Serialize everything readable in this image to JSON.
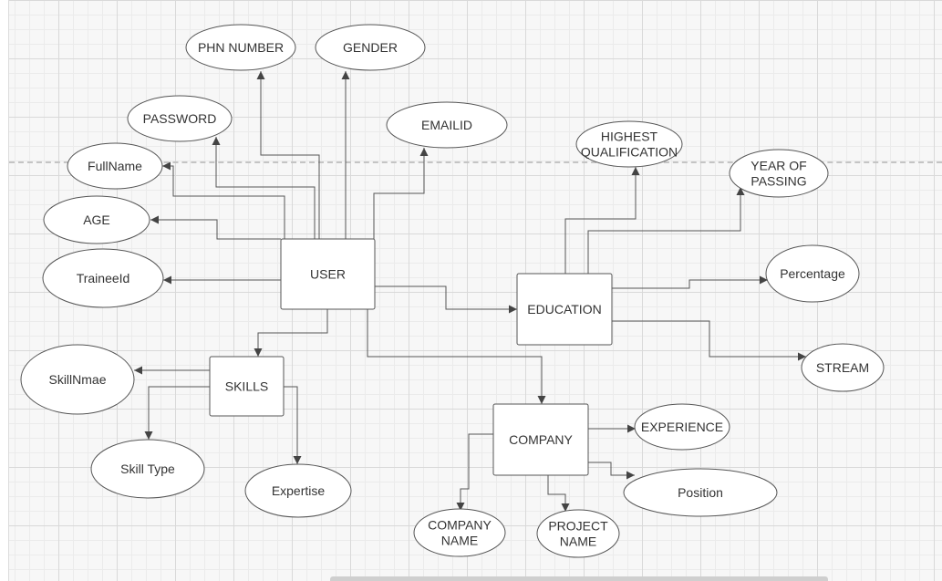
{
  "entities": [
    {
      "id": "user",
      "label": "USER"
    },
    {
      "id": "education",
      "label": "EDUCATION"
    },
    {
      "id": "skills",
      "label": "SKILLS"
    },
    {
      "id": "company",
      "label": "COMPANY"
    }
  ],
  "attributes": [
    {
      "id": "phn-number",
      "lines": [
        "PHN NUMBER"
      ]
    },
    {
      "id": "gender",
      "lines": [
        "GENDER"
      ]
    },
    {
      "id": "password",
      "lines": [
        "PASSWORD"
      ]
    },
    {
      "id": "emailid",
      "lines": [
        "EMAILID"
      ]
    },
    {
      "id": "fullname",
      "lines": [
        "FullName"
      ]
    },
    {
      "id": "age",
      "lines": [
        "AGE"
      ]
    },
    {
      "id": "traineeid",
      "lines": [
        "TraineeId"
      ]
    },
    {
      "id": "highest-qualification",
      "lines": [
        "HIGHEST",
        "QUALIFICATION"
      ]
    },
    {
      "id": "year-of-passing",
      "lines": [
        "YEAR OF",
        "PASSING"
      ]
    },
    {
      "id": "percentage",
      "lines": [
        "Percentage"
      ]
    },
    {
      "id": "stream",
      "lines": [
        "STREAM"
      ]
    },
    {
      "id": "skillnmae",
      "lines": [
        "SkillNmae"
      ]
    },
    {
      "id": "skill-type",
      "lines": [
        "Skill Type"
      ]
    },
    {
      "id": "expertise",
      "lines": [
        "Expertise"
      ]
    },
    {
      "id": "experience",
      "lines": [
        "EXPERIENCE"
      ]
    },
    {
      "id": "position",
      "lines": [
        "Position"
      ]
    },
    {
      "id": "company-name",
      "lines": [
        "COMPANY",
        "NAME"
      ]
    },
    {
      "id": "project-name",
      "lines": [
        "PROJECT",
        "NAME"
      ]
    }
  ],
  "colors": {
    "stroke": "#555555",
    "text": "#333333",
    "fill": "#ffffff"
  }
}
